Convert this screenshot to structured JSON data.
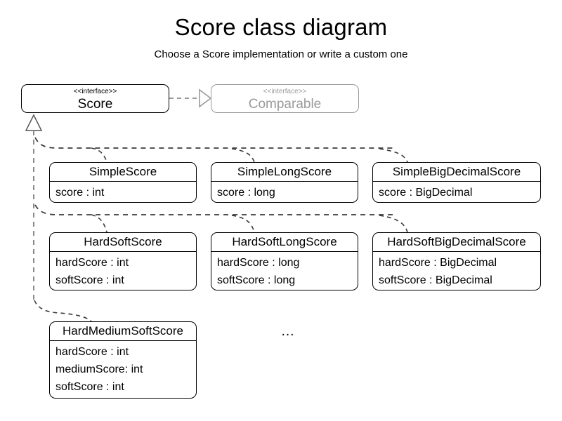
{
  "page": {
    "title": "Score class diagram",
    "subtitle": "Choose a Score implementation or write a custom one",
    "ellipsis": "...",
    "stereotype": "<<interface>>"
  },
  "colors": {
    "stroke": "#000000",
    "muted_stroke": "#9a9a9a",
    "muted_text": "#9a9a9a",
    "dashed_trunk": "#8a8a8a",
    "dashed_branch": "#3a3a3a",
    "background": "#ffffff"
  },
  "interfaces": [
    {
      "stereotype": "<<interface>>",
      "name": "Score",
      "muted": false
    },
    {
      "stereotype": "<<interface>>",
      "name": "Comparable",
      "muted": true
    }
  ],
  "classes": [
    {
      "name": "SimpleScore",
      "attributes": [
        "score : int"
      ]
    },
    {
      "name": "SimpleLongScore",
      "attributes": [
        "score : long"
      ]
    },
    {
      "name": "SimpleBigDecimalScore",
      "attributes": [
        "score : BigDecimal"
      ]
    },
    {
      "name": "HardSoftScore",
      "attributes": [
        "hardScore : int",
        "softScore : int"
      ]
    },
    {
      "name": "HardSoftLongScore",
      "attributes": [
        "hardScore : long",
        "softScore : long"
      ]
    },
    {
      "name": "HardSoftBigDecimalScore",
      "attributes": [
        "hardScore : BigDecimal",
        "softScore : BigDecimal"
      ]
    },
    {
      "name": "HardMediumSoftScore",
      "attributes": [
        "hardScore : int",
        "mediumScore: int",
        "softScore : int"
      ]
    }
  ],
  "relations": {
    "realization": {
      "from": "Score",
      "to": "Comparable",
      "style": "dashed-hollow-triangle"
    },
    "generalization": {
      "to": "Score",
      "style": "dashed-hollow-triangle",
      "implementers": 7
    }
  }
}
